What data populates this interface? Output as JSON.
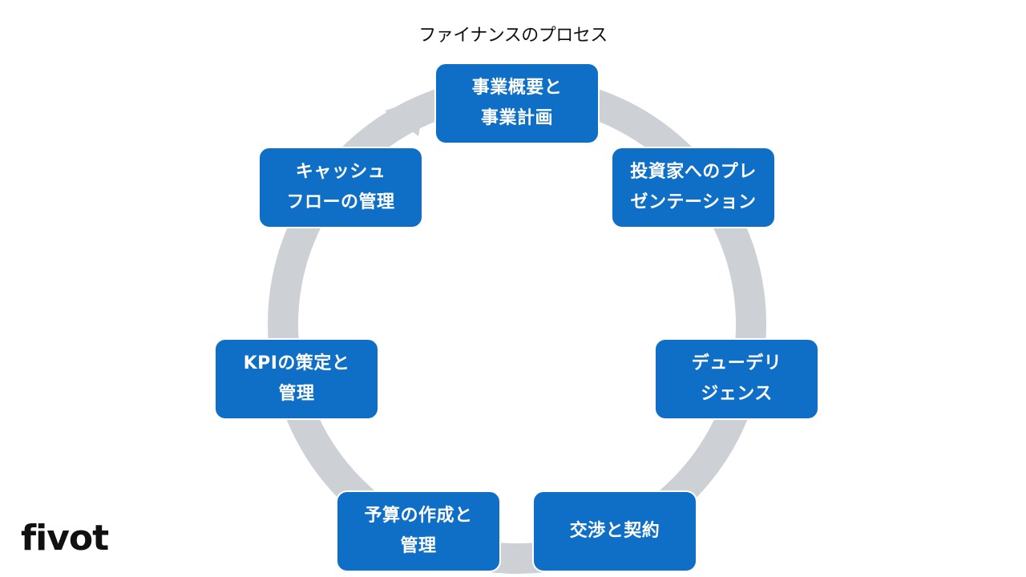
{
  "diagram": {
    "title": "ファイナンスのプロセス",
    "steps": [
      {
        "line1": "事業概要と",
        "line2": "事業計画"
      },
      {
        "line1": "投資家へのプレ",
        "line2": "ゼンテーション"
      },
      {
        "line1": "デューデリ",
        "line2": "ジェンス"
      },
      {
        "line1": "交渉と契約",
        "line2": ""
      },
      {
        "line1": "予算の作成と",
        "line2": "管理"
      },
      {
        "line1": "KPIの策定と",
        "line2": "管理"
      },
      {
        "line1": "キャッシュ",
        "line2": "フローの管理"
      }
    ],
    "colors": {
      "node_fill": "#0f6fc6",
      "ring": "#cdd1d6"
    }
  },
  "brand": {
    "logo_text": "fivot"
  }
}
